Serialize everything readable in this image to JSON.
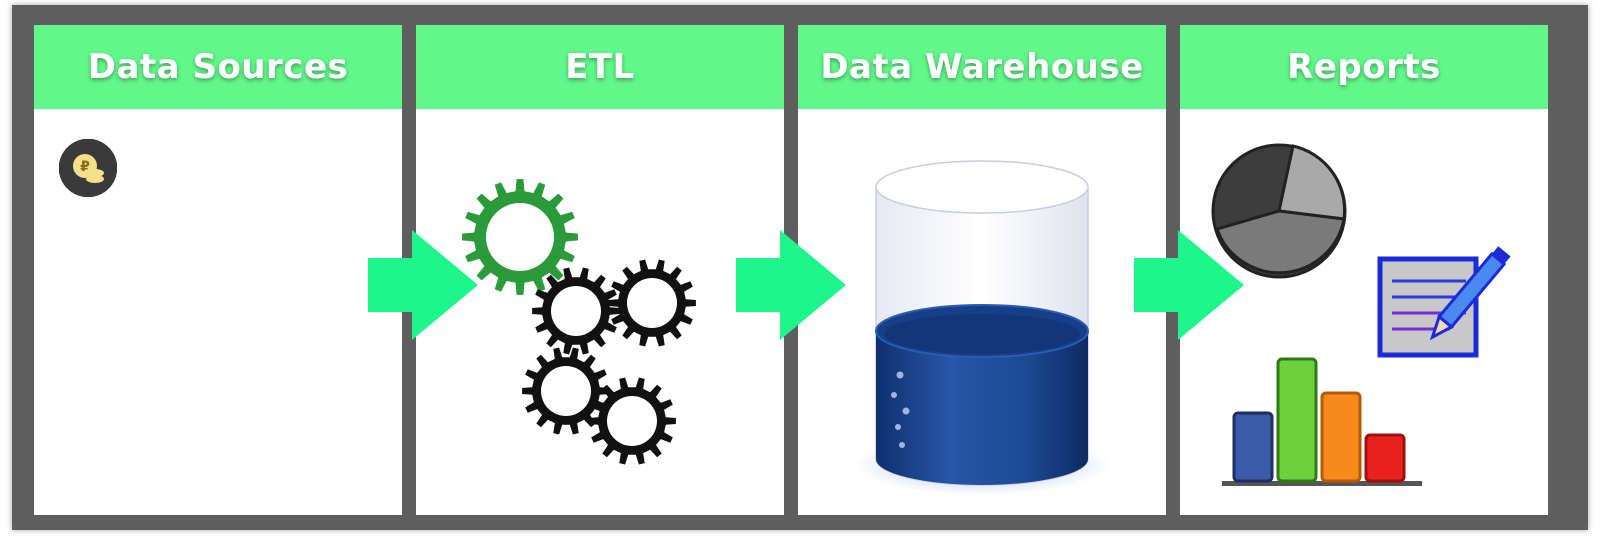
{
  "panels": [
    {
      "title": "Data Sources"
    },
    {
      "title": "ETL"
    },
    {
      "title": "Data Warehouse"
    },
    {
      "title": "Reports"
    }
  ],
  "colors": {
    "frame": "#5e5e5e",
    "header": "#62f78a",
    "arrow": "#1ef58a",
    "gear_green": "#2b9a3a",
    "gear_black": "#111111",
    "water": "#1c4a93"
  },
  "source_icons": [
    "pin-chart-icon",
    "pin-ring-icon",
    "pin-box-icon",
    "pin-pie-icon",
    "pin-people-icon",
    "key-icon",
    "network-people-icon",
    "atm-icon",
    "worker-chart-icon",
    "target-icon",
    "brain-circuit-icon",
    "report-document-icon",
    "download-tray-icon",
    "flowchart-icon",
    "map-icon",
    "presentation-board-icon",
    "monitor-search-icon",
    "caliper-gear-icon",
    "paper-boat-icon",
    "clock-icon",
    "checklist-icon",
    "wrench-icon",
    "hand-pointer-icon",
    "dashboard-monitor-icon",
    "coin-stack-icon"
  ],
  "etl_icons": [
    "gear-icon-green",
    "gear-icon",
    "gear-icon",
    "gear-icon",
    "gear-icon"
  ],
  "report_icons": [
    "pie-chart-icon",
    "document-pencil-icon",
    "bar-chart-icon"
  ]
}
